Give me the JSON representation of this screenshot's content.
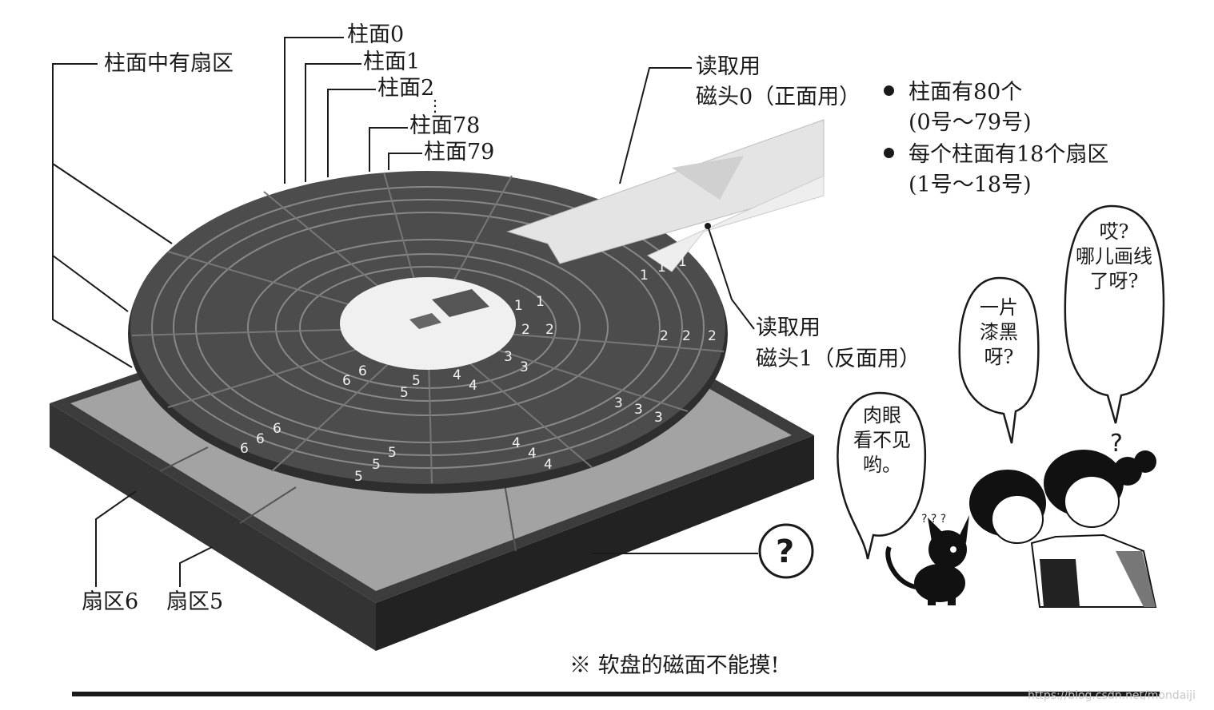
{
  "diagram": {
    "labels": {
      "sector_in_cylinder": "柱面中有扇区",
      "cyl0": "柱面0",
      "cyl1": "柱面1",
      "cyl2": "柱面2",
      "vdots": "⋮",
      "cyl78": "柱面78",
      "cyl79": "柱面79",
      "head0_line1": "读取用",
      "head0_line2": "磁头0（正面用）",
      "head1_line1": "读取用",
      "head1_line2": "磁头1（反面用）",
      "sector6": "扇区6",
      "sector5": "扇区5",
      "question": "?"
    },
    "facts": [
      {
        "line1": "柱面有80个",
        "line2": "(0号～79号)"
      },
      {
        "line1": "每个柱面有18个扇区",
        "line2": "(1号～18号)"
      }
    ],
    "sector_numbers": {
      "n1": "1",
      "n2": "2",
      "n3": "3",
      "n4": "4",
      "n5": "5",
      "n6": "6"
    },
    "bubbles": {
      "left": [
        "肉眼",
        "看不见",
        "哟。"
      ],
      "middle": [
        "一片",
        "漆黑",
        "呀?"
      ],
      "right": [
        "哎?",
        "哪儿画线",
        "了呀?"
      ]
    },
    "footer": "※ 软盘的磁面不能摸!",
    "watermark": "https://blog.csdn.net/mondaiji"
  },
  "colors": {
    "disk": "#4a4a4a",
    "disk_edge": "#2a2a2a",
    "base_top": "#9a9a9a",
    "base_side": "#3a3a3a",
    "hub": "#f0f0f0",
    "head": "#e6e6e6"
  }
}
